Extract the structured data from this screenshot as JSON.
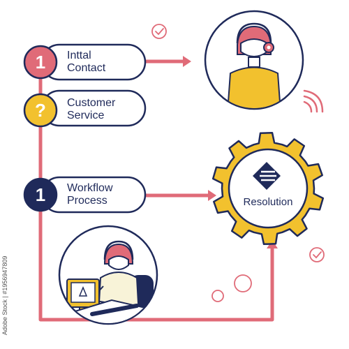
{
  "steps": [
    {
      "badge": "1",
      "label_line1": "Inttal",
      "label_line2": "Contact",
      "badge_color": "#e06b78"
    },
    {
      "badge": "?",
      "label_line1": "Customer",
      "label_line2": "Service",
      "badge_color": "#f2c12e"
    },
    {
      "badge": "1",
      "label_line1": "Workflow",
      "label_line2": "Process",
      "badge_color": "#1f2a5a"
    }
  ],
  "gear": {
    "label": "Resolution",
    "color": "#f2c12e"
  },
  "side_id": "Adobe Stock | #1956947809",
  "colors": {
    "navy": "#1f2a5a",
    "pink": "#e06b78",
    "yellow": "#f2c12e",
    "pale_pink": "#f6d2d6"
  },
  "icons": {
    "agent_top": "headset-agent-icon",
    "agent_bottom": "computer-agent-icon",
    "signal": "wifi-signal-icon",
    "check": "check-circle-icon",
    "gear": "gear-icon",
    "logo": "resolution-logo-icon"
  }
}
